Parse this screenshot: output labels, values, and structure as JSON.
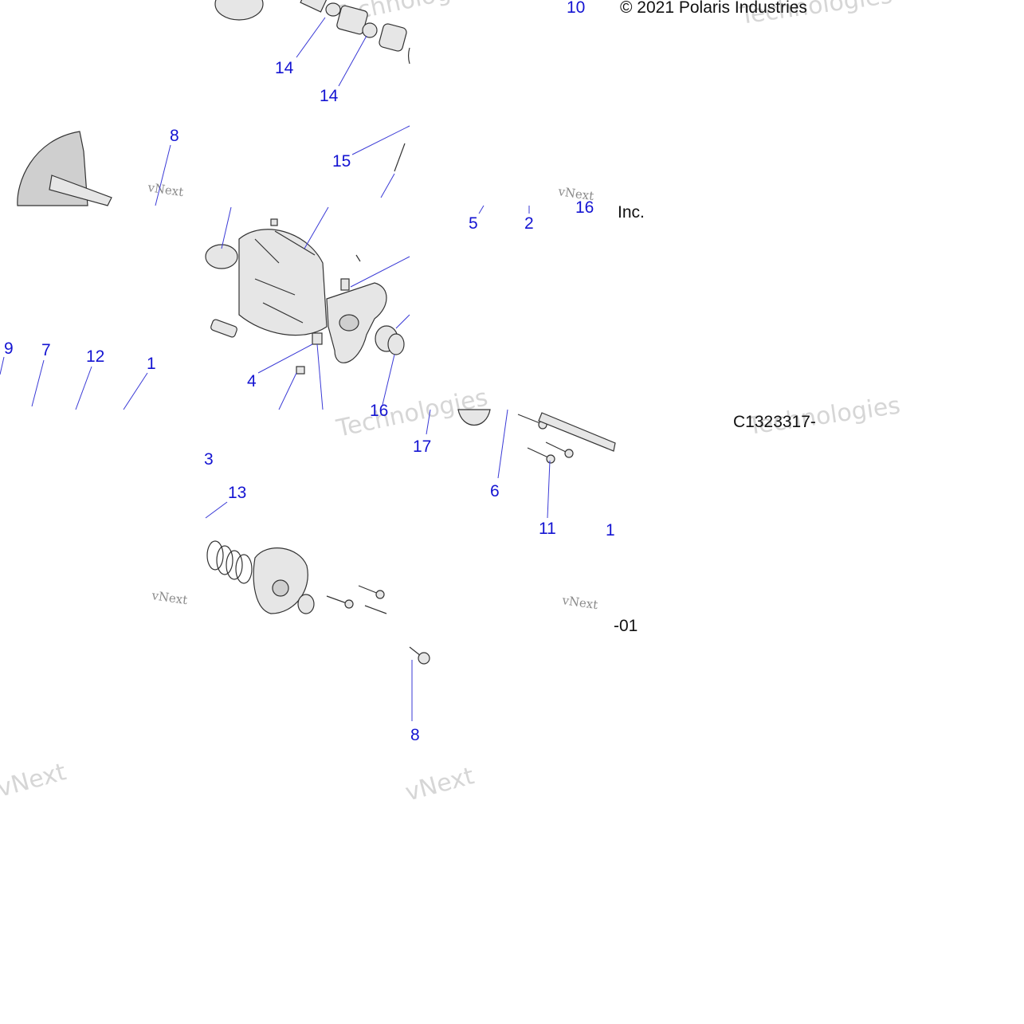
{
  "diagram": {
    "copyright": "© 2021 Polaris Industries",
    "drawing_number": "C1323317-",
    "inc_fragment": "Inc.",
    "suffix_fragment": "-01",
    "watermark": {
      "brand": "vNext",
      "word1": "Technologies",
      "word2": "Technologies"
    },
    "callouts": [
      {
        "id": "c1",
        "text": "10"
      },
      {
        "id": "c2",
        "text": "14"
      },
      {
        "id": "c3",
        "text": "14"
      },
      {
        "id": "c4",
        "text": "8"
      },
      {
        "id": "c5",
        "text": "15"
      },
      {
        "id": "c6",
        "text": "5"
      },
      {
        "id": "c7",
        "text": "2"
      },
      {
        "id": "c8",
        "text": "16"
      },
      {
        "id": "c9",
        "text": "9"
      },
      {
        "id": "c10",
        "text": "7"
      },
      {
        "id": "c11",
        "text": "12"
      },
      {
        "id": "c12",
        "text": "1"
      },
      {
        "id": "c13",
        "text": "4"
      },
      {
        "id": "c14",
        "text": "16"
      },
      {
        "id": "c15",
        "text": "17"
      },
      {
        "id": "c16",
        "text": "3"
      },
      {
        "id": "c17",
        "text": "13"
      },
      {
        "id": "c18",
        "text": "6"
      },
      {
        "id": "c19",
        "text": "11"
      },
      {
        "id": "c20",
        "text": "1"
      },
      {
        "id": "c21",
        "text": "8"
      }
    ]
  }
}
